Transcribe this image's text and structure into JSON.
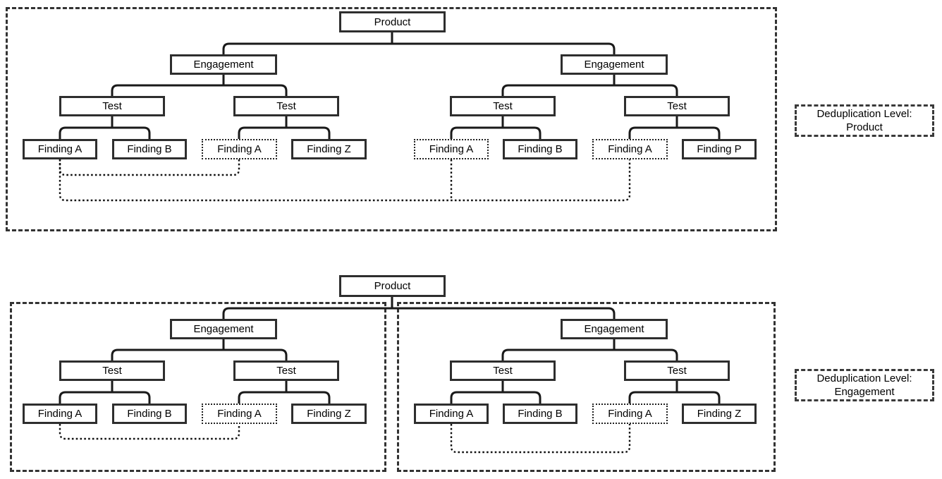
{
  "colors": {
    "background": "#ffffff",
    "line": "#1a1a1a",
    "box_border": "#2e2e2e",
    "dashed_border": "#333333",
    "text": "#000000"
  },
  "top_diagram": {
    "region_label_box": {
      "line1": "Deduplication Level:",
      "line2": "Product"
    },
    "root_label": "Product",
    "engagements": [
      "Engagement",
      "Engagement"
    ],
    "tests": [
      "Test",
      "Test",
      "Test",
      "Test"
    ],
    "findings": [
      {
        "label": "Finding A",
        "duplicate": false
      },
      {
        "label": "Finding B",
        "duplicate": false
      },
      {
        "label": "Finding A",
        "duplicate": true
      },
      {
        "label": "Finding Z",
        "duplicate": false
      },
      {
        "label": "Finding A",
        "duplicate": true
      },
      {
        "label": "Finding B",
        "duplicate": false
      },
      {
        "label": "Finding A",
        "duplicate": true
      },
      {
        "label": "Finding P",
        "duplicate": false
      }
    ]
  },
  "bottom_diagram": {
    "region_label_box": {
      "line1": "Deduplication Level:",
      "line2": "Engagement"
    },
    "root_label": "Product",
    "engagements": [
      "Engagement",
      "Engagement"
    ],
    "tests": [
      "Test",
      "Test",
      "Test",
      "Test"
    ],
    "findings": [
      {
        "label": "Finding A",
        "duplicate": false
      },
      {
        "label": "Finding B",
        "duplicate": false
      },
      {
        "label": "Finding A",
        "duplicate": true
      },
      {
        "label": "Finding Z",
        "duplicate": false
      },
      {
        "label": "Finding A",
        "duplicate": false
      },
      {
        "label": "Finding B",
        "duplicate": false
      },
      {
        "label": "Finding A",
        "duplicate": true
      },
      {
        "label": "Finding Z",
        "duplicate": false
      }
    ]
  }
}
